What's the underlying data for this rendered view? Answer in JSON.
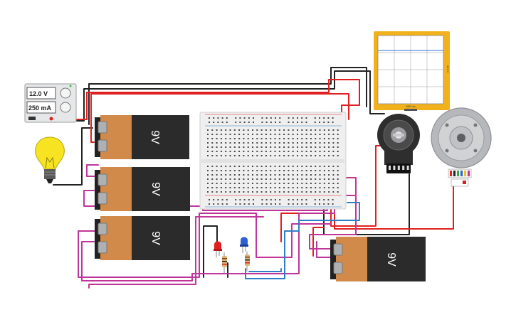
{
  "power_supply": {
    "voltage": "12.0 V",
    "current": "250 mA"
  },
  "batteries": [
    {
      "label": "9V"
    },
    {
      "label": "9V"
    },
    {
      "label": "9V"
    },
    {
      "label": "9V"
    }
  ],
  "oscilloscope": {
    "time_label": "1800 ms",
    "volt_label": "40.0 V"
  },
  "colors": {
    "wire_black": "#222222",
    "wire_red": "#e02020",
    "wire_magenta": "#c0359a",
    "wire_blue": "#2f7fc8",
    "battery_orange": "#d28a4a",
    "battery_body": "#2b2b2b",
    "scope_frame": "#f1b11c",
    "bulb_yellow": "#f7e321"
  }
}
